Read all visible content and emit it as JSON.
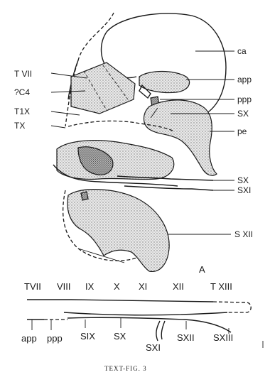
{
  "figure": {
    "caption": "TEXT-FIG. 3",
    "panel_letter": "A",
    "left_labels": [
      "T VII",
      "?C4",
      "T1X",
      "TX"
    ],
    "right_labels": [
      "ca",
      "app",
      "ppp",
      "SX",
      "pe",
      "SX",
      "SXI",
      "S XII"
    ],
    "top_row_labels": [
      "TVII",
      "VIII",
      "IX",
      "X",
      "XI",
      "XII",
      "T XIII"
    ],
    "bottom_row_labels": [
      "app",
      "ppp",
      "SIX",
      "SX",
      "SXI",
      "SXII",
      "SXIII"
    ]
  },
  "colors": {
    "ink": "#1a1a1a",
    "stipple": "#bdbdbd",
    "background": "#ffffff"
  }
}
